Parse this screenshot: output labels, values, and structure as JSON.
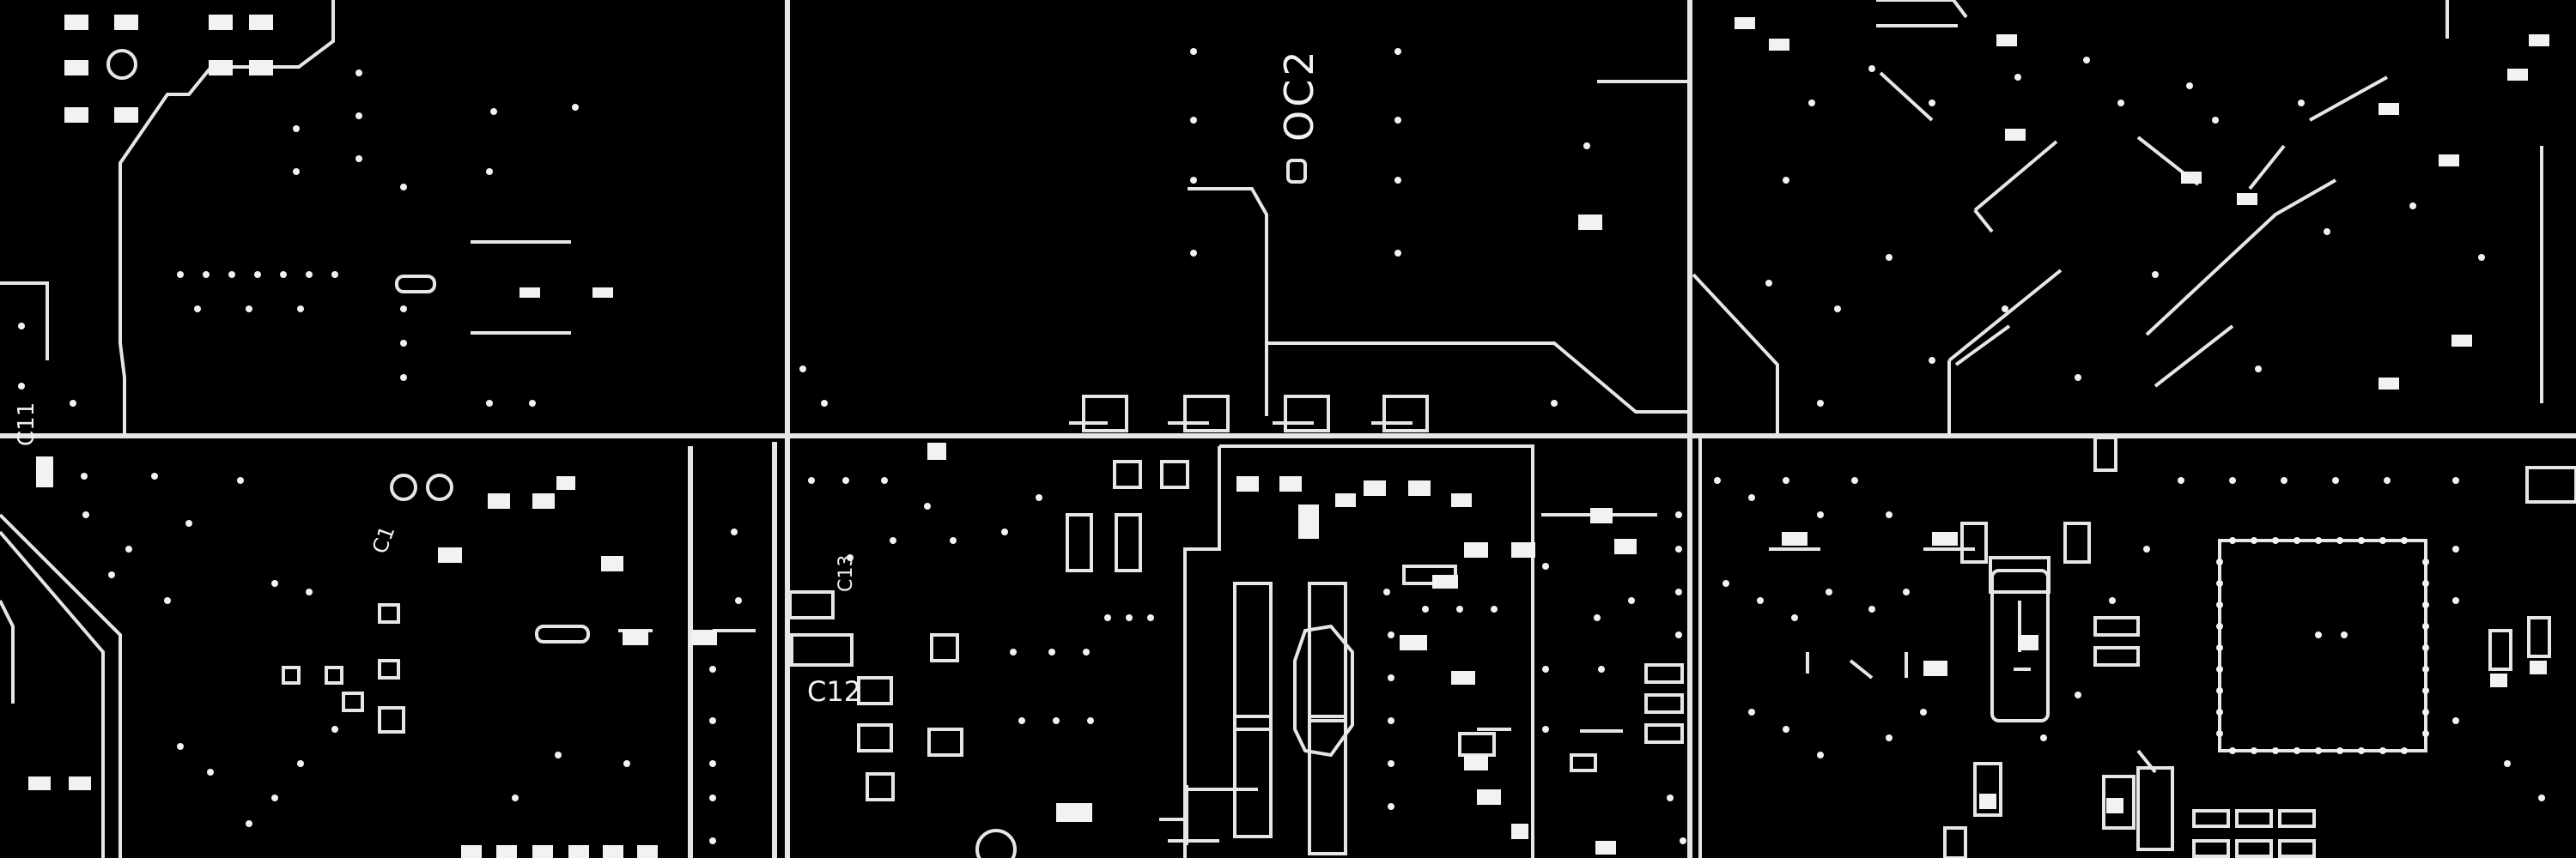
{
  "photo": {
    "subject": "printed circuit board silkscreen close-up",
    "colors": {
      "board": "#000000",
      "silkscreen": "#f2f2f2",
      "traces": "#e6e6e6"
    }
  },
  "silkscreen_labels": {
    "c11": "C11",
    "c1": "C1",
    "c12": "C12",
    "c13": "C13",
    "oc2": "OC2"
  }
}
